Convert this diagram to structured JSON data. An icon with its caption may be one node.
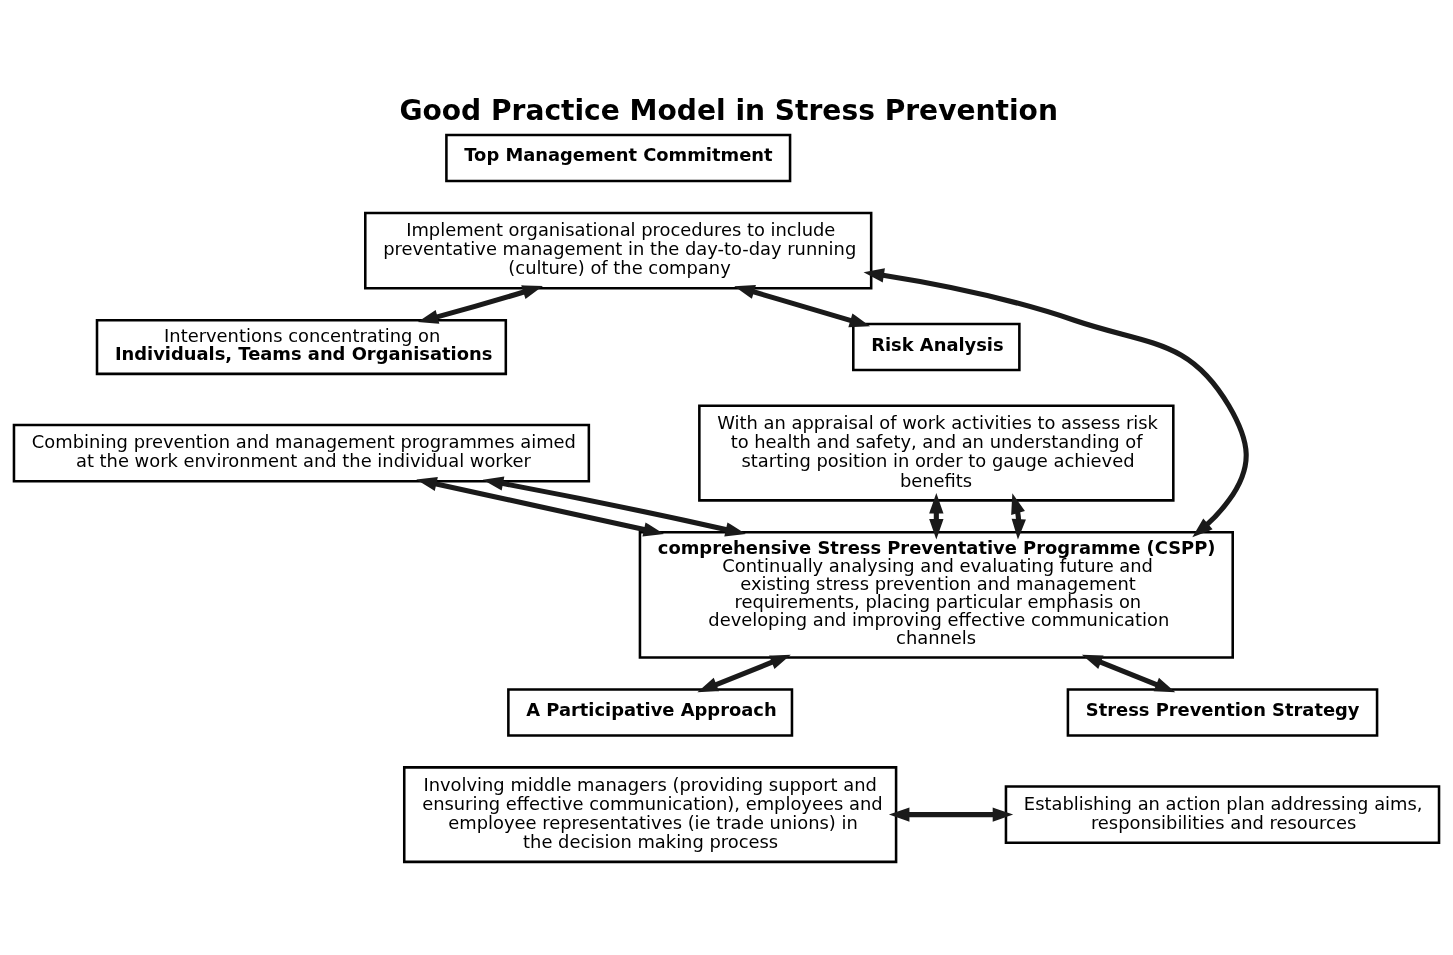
{
  "diagram": {
    "title": "Good Practice Model in Stress Prevention",
    "nodes": [
      {
        "text": [
          "Top Management Commitment"
        ]
      },
      {
        "text": [
          "Implement organisational procedures to include preventative management in the day-to-day running (culture) of the company"
        ]
      },
      {
        "text": [
          "Interventions concentrating on",
          "Individuals, Teams and Organisations"
        ]
      },
      {
        "text": [
          "Combining prevention and management programmes aimed at the work environment and the individual worker"
        ]
      },
      {
        "text": [
          "Risk Analysis"
        ]
      },
      {
        "text": [
          "With an appraisal of work activities to assess risk to health and safety, and an understanding of starting position in order to gauge achieved benefits"
        ]
      },
      {
        "text": [
          "comprehensive Stress Preventative Programme (CSPP)",
          "Continually analysing and evaluating future and existing stress prevention and management requirements, placing particular emphasis on developing and improving effective communication channels"
        ]
      },
      {
        "text": [
          "A Participative Approach"
        ]
      },
      {
        "text": [
          "Involving middle managers (providing support and ensuring effective communication), employees and employee representatives (ie trade unions) in the decision making process"
        ]
      },
      {
        "text": [
          "Stress Prevention Strategy"
        ]
      },
      {
        "text": [
          "Establishing an action plan addressing aims, responsibilities and resources"
        ]
      }
    ],
    "edges": [
      {
        "from": 1,
        "to": 2,
        "arrow": "both"
      },
      {
        "from": 1,
        "to": 4,
        "arrow": "both"
      },
      {
        "from": 1,
        "to": 6,
        "arrow": "both"
      },
      {
        "from": 3,
        "to": 6,
        "arrow": "both"
      },
      {
        "from": 3,
        "to": 6,
        "arrow": "both"
      },
      {
        "from": 5,
        "to": 6,
        "arrow": "both"
      },
      {
        "from": 5,
        "to": 6,
        "arrow": "both"
      },
      {
        "from": 6,
        "to": 7,
        "arrow": "both"
      },
      {
        "from": 6,
        "to": 9,
        "arrow": "both"
      },
      {
        "from": 8,
        "to": 10,
        "arrow": "both"
      }
    ]
  }
}
